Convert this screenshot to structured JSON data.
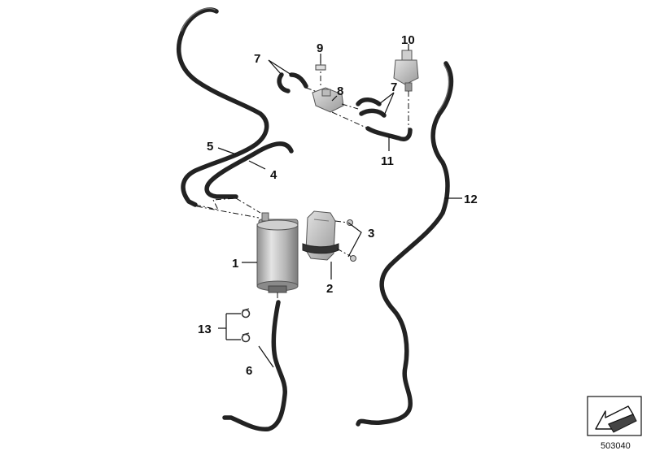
{
  "callouts": {
    "c1": "1",
    "c2": "2",
    "c3": "3",
    "c4": "4",
    "c5": "5",
    "c6": "6",
    "c7a": "7",
    "c7b": "7",
    "c8": "8",
    "c9": "9",
    "c10": "10",
    "c11": "11",
    "c12": "12",
    "c13": "13"
  },
  "diagram_number": "503040",
  "icons": {
    "direction": "arrow-pointing-down-left-icon"
  },
  "colors": {
    "hose": "#222222",
    "canister": "#b8b8b8",
    "text": "#111111"
  }
}
